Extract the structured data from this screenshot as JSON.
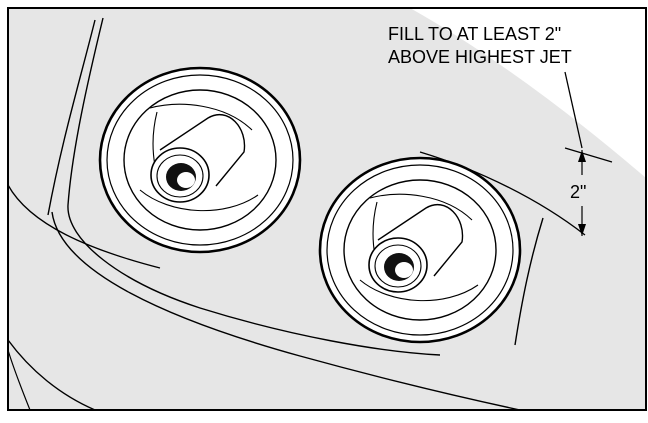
{
  "callout": {
    "line1": "FILL TO AT LEAST 2\"",
    "line2": "ABOVE HIGHEST JET"
  },
  "dimension": {
    "label": "2\""
  },
  "colors": {
    "tub_surface": "#e6e6e6",
    "background": "#ffffff",
    "outline": "#000000",
    "jet_bore": "#111111"
  }
}
